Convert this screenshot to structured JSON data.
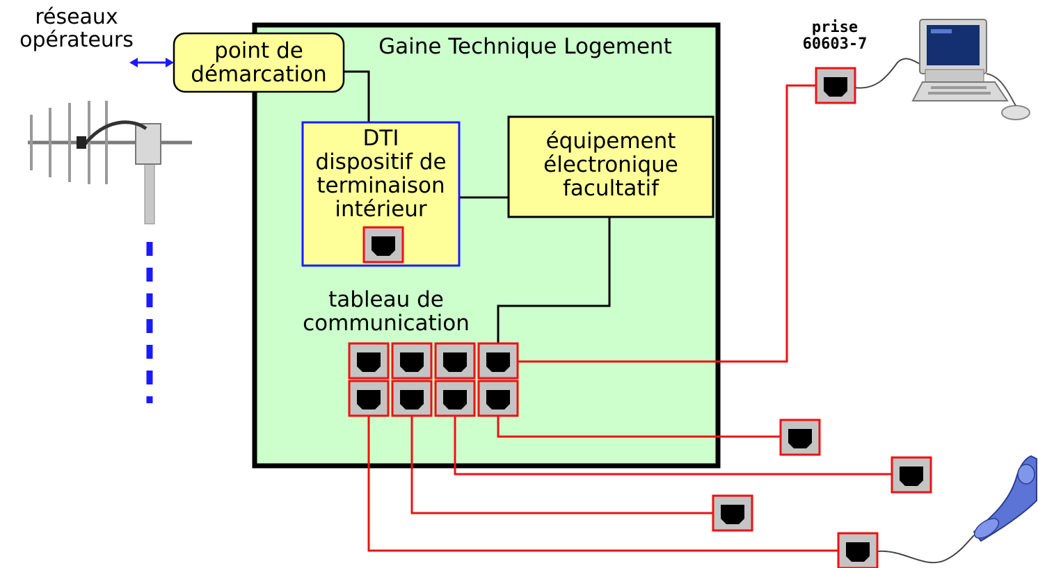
{
  "labels": {
    "networks": [
      "réseaux",
      "opérateurs"
    ],
    "demarcation": [
      "point de",
      "démarcation"
    ],
    "gtl_title": "Gaine Technique Logement",
    "dti": [
      "DTI",
      "dispositif de",
      "terminaison",
      "intérieur"
    ],
    "equipment": [
      "équipement",
      "électronique",
      "facultatif"
    ],
    "panel": [
      "tableau de",
      "communication"
    ],
    "outlet": [
      "prise",
      "60603-7"
    ]
  },
  "icons": {
    "antenna": "antenna-icon",
    "computer": "computer-icon",
    "phone": "phone-handset-icon",
    "jack": "rj45-jack-icon"
  },
  "colors": {
    "gtl_fill": "#ccffcc",
    "box_fill": "#ffff99",
    "dti_border": "#1a1aff",
    "cable": "#ee1111",
    "jack_border": "#ee1111",
    "jack_fill": "#c4c4c4",
    "arrow": "#1a1aff"
  }
}
